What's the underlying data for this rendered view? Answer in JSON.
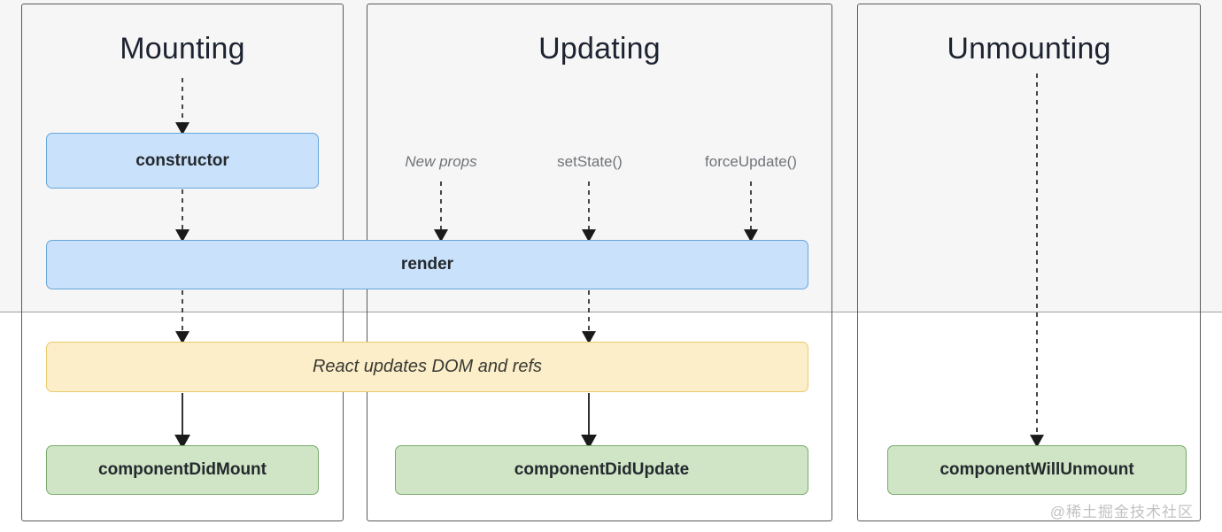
{
  "diagram": {
    "title_color": "#1d2330",
    "background_top": "#f6f6f6",
    "background_bottom": "#ffffff",
    "colors": {
      "blue_fill": "#c9e1fa",
      "blue_border": "#68a6dc",
      "green_fill": "#cfe5c5",
      "green_border": "#7aaa6b",
      "yellow_fill": "#fbeec9",
      "yellow_border": "#e9ca6d",
      "panel_border": "#555a5e",
      "arrow": "#1a1a1a",
      "trigger_text": "#6f7479"
    }
  },
  "columns": [
    {
      "id": "mounting",
      "title": "Mounting",
      "triggers": [],
      "boxes": [
        {
          "label": "constructor",
          "type": "blue"
        },
        {
          "label": "componentDidMount",
          "type": "green"
        }
      ]
    },
    {
      "id": "updating",
      "title": "Updating",
      "triggers": [
        {
          "label": "New props",
          "style": "italic"
        },
        {
          "label": "setState()",
          "style": "normal"
        },
        {
          "label": "forceUpdate()",
          "style": "normal"
        }
      ],
      "boxes": [
        {
          "label": "componentDidUpdate",
          "type": "green"
        }
      ]
    },
    {
      "id": "unmounting",
      "title": "Unmounting",
      "triggers": [],
      "boxes": [
        {
          "label": "componentWillUnmount",
          "type": "green"
        }
      ]
    }
  ],
  "shared_boxes": [
    {
      "id": "render",
      "label": "render",
      "type": "blue"
    },
    {
      "id": "dom-refs",
      "label": "React updates DOM and refs",
      "type": "yellow"
    }
  ],
  "watermark": {
    "text": "@稀土掘金技术社区"
  }
}
